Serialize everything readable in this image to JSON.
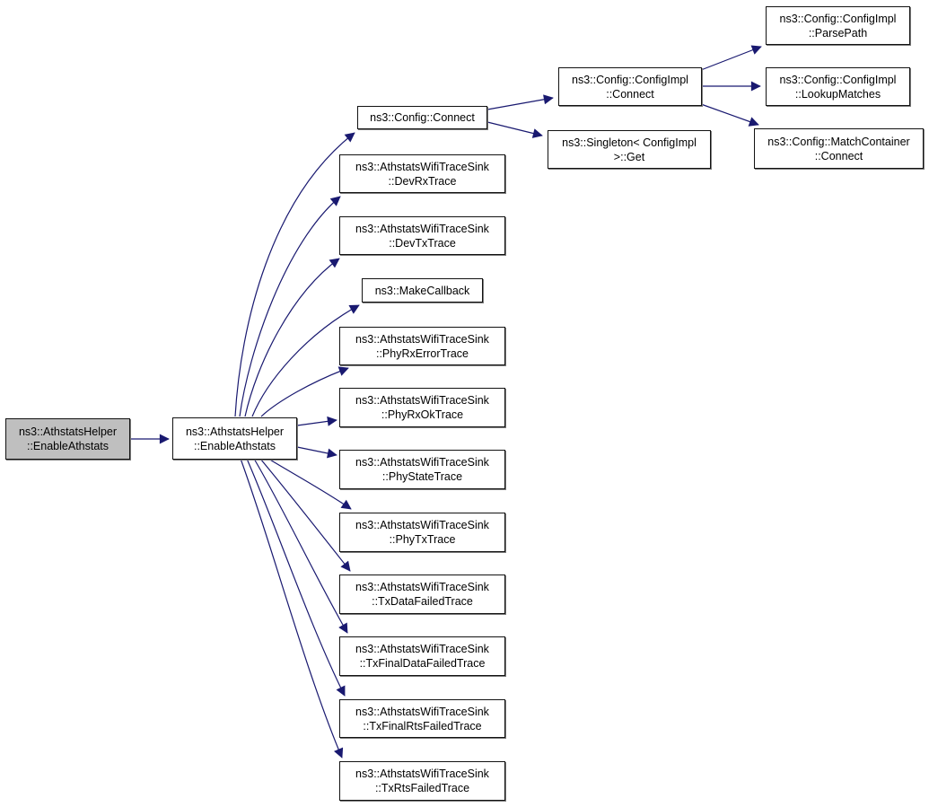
{
  "diagram": {
    "type": "call-graph",
    "colors": {
      "background": "#ffffff",
      "edge": "#191970",
      "node_border": "#121212",
      "node_fill": "#ffffff",
      "highlighted_node_fill": "#bfbfbf",
      "text": "#000000"
    },
    "nodes": [
      {
        "id": "enable-athstats-caller",
        "line1": "ns3::AthstatsHelper",
        "line2": "::EnableAthstats",
        "highlighted": true
      },
      {
        "id": "enable-athstats",
        "line1": "ns3::AthstatsHelper",
        "line2": "::EnableAthstats",
        "highlighted": false
      },
      {
        "id": "config-connect",
        "line1": "ns3::Config::Connect",
        "line2": "",
        "highlighted": false
      },
      {
        "id": "dev-rx-trace",
        "line1": "ns3::AthstatsWifiTraceSink",
        "line2": "::DevRxTrace",
        "highlighted": false
      },
      {
        "id": "dev-tx-trace",
        "line1": "ns3::AthstatsWifiTraceSink",
        "line2": "::DevTxTrace",
        "highlighted": false
      },
      {
        "id": "make-callback",
        "line1": "ns3::MakeCallback",
        "line2": "",
        "highlighted": false
      },
      {
        "id": "phy-rx-error-trace",
        "line1": "ns3::AthstatsWifiTraceSink",
        "line2": "::PhyRxErrorTrace",
        "highlighted": false
      },
      {
        "id": "phy-rx-ok-trace",
        "line1": "ns3::AthstatsWifiTraceSink",
        "line2": "::PhyRxOkTrace",
        "highlighted": false
      },
      {
        "id": "phy-state-trace",
        "line1": "ns3::AthstatsWifiTraceSink",
        "line2": "::PhyStateTrace",
        "highlighted": false
      },
      {
        "id": "phy-tx-trace",
        "line1": "ns3::AthstatsWifiTraceSink",
        "line2": "::PhyTxTrace",
        "highlighted": false
      },
      {
        "id": "tx-data-failed-trace",
        "line1": "ns3::AthstatsWifiTraceSink",
        "line2": "::TxDataFailedTrace",
        "highlighted": false
      },
      {
        "id": "tx-final-data-failed-trace",
        "line1": "ns3::AthstatsWifiTraceSink",
        "line2": "::TxFinalDataFailedTrace",
        "highlighted": false
      },
      {
        "id": "tx-final-rts-failed-trace",
        "line1": "ns3::AthstatsWifiTraceSink",
        "line2": "::TxFinalRtsFailedTrace",
        "highlighted": false
      },
      {
        "id": "tx-rts-failed-trace",
        "line1": "ns3::AthstatsWifiTraceSink",
        "line2": "::TxRtsFailedTrace",
        "highlighted": false
      },
      {
        "id": "configimpl-connect",
        "line1": "ns3::Config::ConfigImpl",
        "line2": "::Connect",
        "highlighted": false
      },
      {
        "id": "singleton-configimpl-get",
        "line1": "ns3::Singleton< ConfigImpl",
        "line2": ">::Get",
        "highlighted": false
      },
      {
        "id": "configimpl-parsepath",
        "line1": "ns3::Config::ConfigImpl",
        "line2": "::ParsePath",
        "highlighted": false
      },
      {
        "id": "configimpl-lookupmatches",
        "line1": "ns3::Config::ConfigImpl",
        "line2": "::LookupMatches",
        "highlighted": false
      },
      {
        "id": "matchcontainer-connect",
        "line1": "ns3::Config::MatchContainer",
        "line2": "::Connect",
        "highlighted": false
      }
    ],
    "edges": [
      {
        "from": "enable-athstats-caller",
        "to": "enable-athstats"
      },
      {
        "from": "enable-athstats",
        "to": "config-connect"
      },
      {
        "from": "enable-athstats",
        "to": "dev-rx-trace"
      },
      {
        "from": "enable-athstats",
        "to": "dev-tx-trace"
      },
      {
        "from": "enable-athstats",
        "to": "make-callback"
      },
      {
        "from": "enable-athstats",
        "to": "phy-rx-error-trace"
      },
      {
        "from": "enable-athstats",
        "to": "phy-rx-ok-trace"
      },
      {
        "from": "enable-athstats",
        "to": "phy-state-trace"
      },
      {
        "from": "enable-athstats",
        "to": "phy-tx-trace"
      },
      {
        "from": "enable-athstats",
        "to": "tx-data-failed-trace"
      },
      {
        "from": "enable-athstats",
        "to": "tx-final-data-failed-trace"
      },
      {
        "from": "enable-athstats",
        "to": "tx-final-rts-failed-trace"
      },
      {
        "from": "enable-athstats",
        "to": "tx-rts-failed-trace"
      },
      {
        "from": "config-connect",
        "to": "configimpl-connect"
      },
      {
        "from": "config-connect",
        "to": "singleton-configimpl-get"
      },
      {
        "from": "configimpl-connect",
        "to": "configimpl-parsepath"
      },
      {
        "from": "configimpl-connect",
        "to": "configimpl-lookupmatches"
      },
      {
        "from": "configimpl-connect",
        "to": "matchcontainer-connect"
      }
    ]
  }
}
